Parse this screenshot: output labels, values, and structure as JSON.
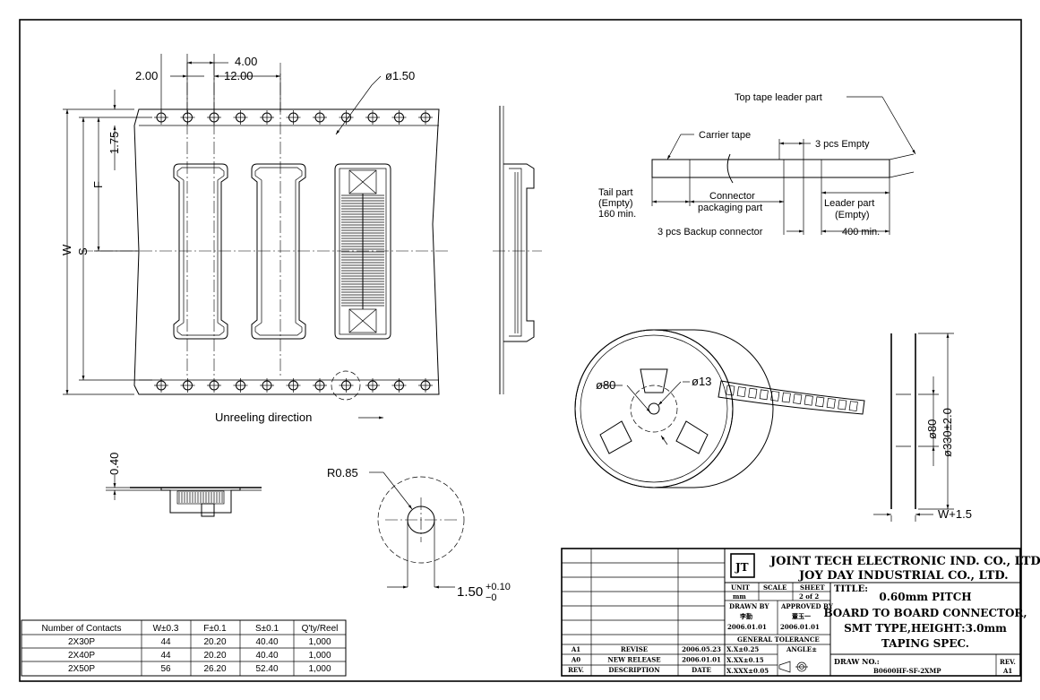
{
  "dims": {
    "d1": "2.00",
    "d2": "4.00",
    "d3": "12.00",
    "hole": "ø1.50",
    "v175": "1.75",
    "F": "F",
    "W": "W",
    "S": "S",
    "v040": "0.40",
    "r085": "R0.85",
    "v150": "1.50",
    "tol_plus": "+0.10",
    "tol_minus": "−0",
    "d80a": "ø80",
    "d13": "ø13",
    "d80b": "ø80",
    "d330": "ø330±2.0",
    "w15": "W+1.5"
  },
  "labels": {
    "unreeling": "Unreeling direction",
    "top_leader": "Top tape leader part",
    "carrier": "Carrier tape",
    "empty3": "3 pcs Empty",
    "tail1": "Tail part",
    "tail2": "(Empty)",
    "tail3": "160 min.",
    "conn1": "Connector",
    "conn2": "packaging part",
    "leader1": "Leader part",
    "leader2": "(Empty)",
    "backup": "3 pcs Backup connector",
    "min400": "400 min."
  },
  "table": {
    "headers": [
      "Number of Contacts",
      "W±0.3",
      "F±0.1",
      "S±0.1",
      "Q'ty/Reel"
    ],
    "rows": [
      [
        "2X30P",
        "44",
        "20.20",
        "40.40",
        "1,000"
      ],
      [
        "2X40P",
        "44",
        "20.20",
        "40.40",
        "1,000"
      ],
      [
        "2X50P",
        "56",
        "26.20",
        "52.40",
        "1,000"
      ]
    ]
  },
  "title_block": {
    "logo": "JT",
    "company1": "JOINT TECH ELECTRONIC IND. CO., LTD.",
    "company2": "JOY DAY INDUSTRIAL CO., LTD.",
    "unit_label": "UNIT",
    "unit_value": "mm",
    "scale_label": "SCALE",
    "sheet_label": "SHEET",
    "sheet_value": "2 of 2",
    "drawn_by": "DRAWN BY",
    "drawn_name": "李勤",
    "drawn_date": "2006.01.01",
    "approved_by": "APPROVED BY",
    "approved_name": "董玉一",
    "approved_date": "2006.01.01",
    "general_tol": "GENERAL TOLERANCE",
    "tol1": "X.X±0.25",
    "tol2": "X.XX±0.15",
    "tol3": "X.XXX±0.05",
    "angle": "ANGLE±",
    "title_label": "TITLE:",
    "title1": "0.60mm PITCH",
    "title2": "BOARD TO BOARD CONNECTOR,",
    "title3": "SMT TYPE,HEIGHT:3.0mm",
    "title4": "TAPING SPEC.",
    "draw_no_label": "DRAW NO.:",
    "draw_no": "B0600HF-SF-2XMP",
    "rev_label": "REV.",
    "rev_value": "A1",
    "rev_rows": [
      {
        "rev": "A1",
        "desc": "REVISE",
        "date": "2006.05.23"
      },
      {
        "rev": "A0",
        "desc": "NEW RELEASE",
        "date": "2006.01.01"
      },
      {
        "rev": "REV.",
        "desc": "DESCRIPTION",
        "date": "DATE"
      }
    ]
  }
}
